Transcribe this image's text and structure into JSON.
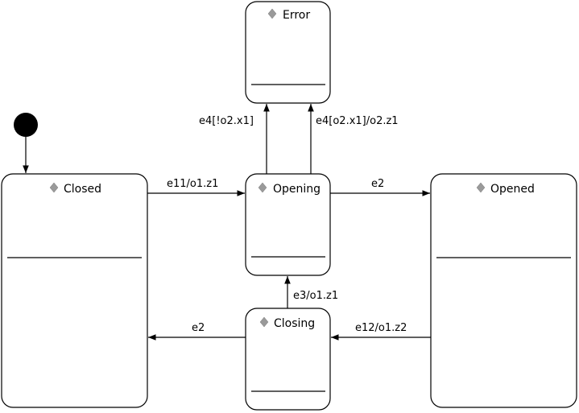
{
  "states": {
    "error": {
      "name": "Error"
    },
    "closed": {
      "name": "Closed"
    },
    "opening": {
      "name": "Opening"
    },
    "opened": {
      "name": "Opened"
    },
    "closing": {
      "name": "Closing"
    }
  },
  "transitions": {
    "opening_to_error_guard_not": "e4[!o2.x1]",
    "opening_to_error_guard": "e4[o2.x1]/o2.z1",
    "closed_to_opening": "e11/o1.z1",
    "opening_to_opened": "e2",
    "closing_to_opening": "e3/o1.z1",
    "closing_to_closed": "e2",
    "opened_to_closing": "e12/o1.z2"
  },
  "icons": {
    "initial_state": "filled-circle",
    "state_marker": "diamond-icon"
  }
}
